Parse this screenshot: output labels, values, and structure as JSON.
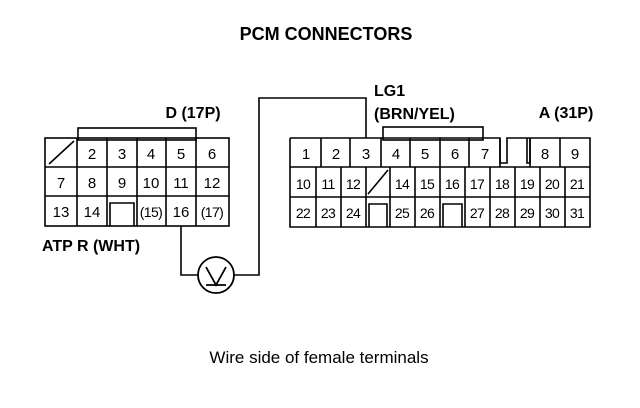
{
  "title": "PCM CONNECTORS",
  "caption": "Wire side of female terminals",
  "connector_d": {
    "label": "D (17P)",
    "row1": [
      "",
      "2",
      "3",
      "4",
      "5",
      "6"
    ],
    "row2": [
      "7",
      "8",
      "9",
      "10",
      "11",
      "12"
    ],
    "row3": [
      "13",
      "14",
      "",
      "(15)",
      "16",
      "(17)"
    ]
  },
  "connector_a": {
    "label": "A (31P)",
    "row1": [
      "1",
      "2",
      "3",
      "4",
      "5",
      "6",
      "7",
      "",
      "8",
      "9"
    ],
    "row2": [
      "10",
      "11",
      "12",
      "",
      "14",
      "15",
      "16",
      "17",
      "18",
      "19",
      "20",
      "21"
    ],
    "row3": [
      "22",
      "23",
      "24",
      "",
      "25",
      "26",
      "",
      "27",
      "28",
      "29",
      "30",
      "31"
    ]
  },
  "lg1_label": "LG1",
  "lg1_color": "(BRN/YEL)",
  "atp_label": "ATP R (WHT)"
}
